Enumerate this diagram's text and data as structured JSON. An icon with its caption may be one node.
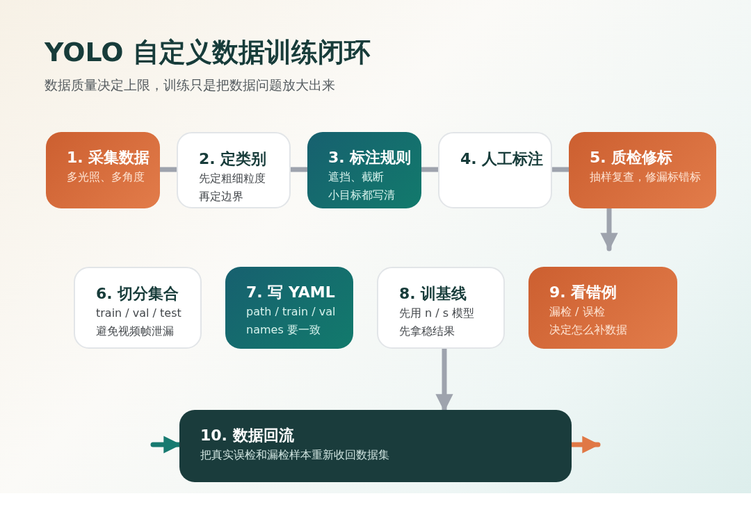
{
  "diagram": {
    "title": "YOLO 自定义数据训练闭环",
    "caption": "数据质量决定上限，训练只是把数据问题放大出来",
    "nodes": [
      {
        "text": [
          "1. 采集数据",
          "多光照、多角度"
        ]
      },
      {
        "text": [
          "2. 定类别",
          "先定粗细粒度",
          "再定边界"
        ]
      },
      {
        "text": [
          "3. 标注规则",
          "遮挡、截断",
          "小目标都写清"
        ]
      },
      {
        "text": [
          "4. 人工标注"
        ]
      },
      {
        "text": [
          "5. 质检修标",
          "抽样复查，修漏标错标"
        ]
      },
      {
        "text": [
          "6. 切分集合",
          "train / val / test",
          "避免视频帧泄漏"
        ]
      },
      {
        "text": [
          "7. 写 YAML",
          "path / train / val",
          "names 要一致"
        ]
      },
      {
        "text": [
          "8. 训基线",
          "先用 n / s 模型",
          "先拿稳结果"
        ]
      },
      {
        "text": [
          "9. 看错例",
          "漏检 / 误检",
          "决定怎么补数据"
        ]
      },
      {
        "text": [
          "10. 数据回流",
          "把真实误检和漏检样本重新收回数据集"
        ]
      }
    ],
    "edges": [
      {
        "from": 0,
        "to": 1,
        "arrow": "none"
      },
      {
        "from": 1,
        "to": 2,
        "arrow": "none"
      },
      {
        "from": 2,
        "to": 3,
        "arrow": "none"
      },
      {
        "from": 3,
        "to": 4,
        "arrow": "none"
      },
      {
        "from": 4,
        "to": 8,
        "arrow": "to"
      },
      {
        "from": 7,
        "to": 9,
        "arrow": "to"
      },
      {
        "from": null,
        "to": 9,
        "arrow": "to",
        "color": "#177a70"
      },
      {
        "from": 9,
        "to": null,
        "arrow": "to",
        "color": "#e07845"
      }
    ]
  }
}
